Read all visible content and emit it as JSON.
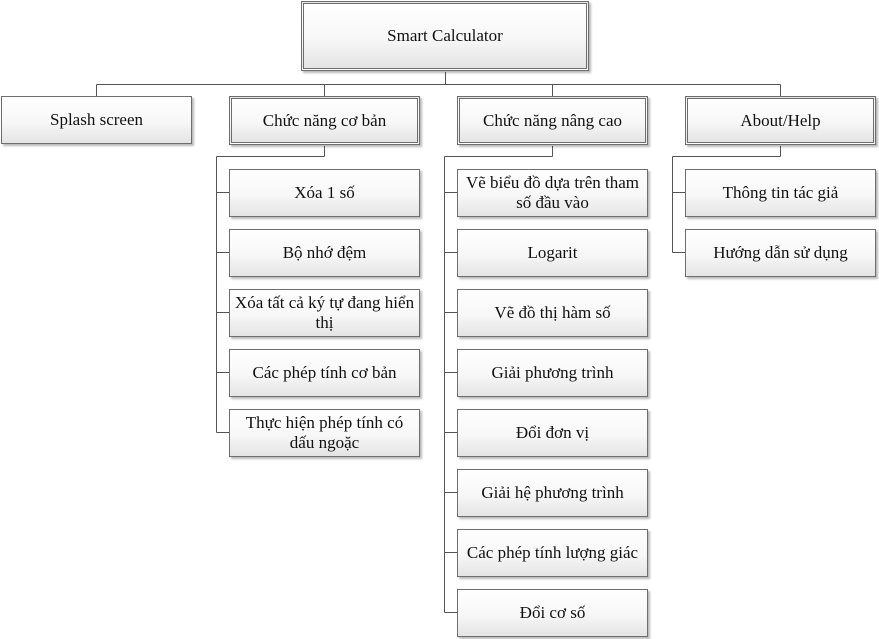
{
  "root": {
    "label": "Smart Calculator"
  },
  "categories": [
    {
      "label": "Splash screen",
      "children": []
    },
    {
      "label": "Chức năng cơ bản",
      "children": [
        "Xóa 1 số",
        "Bộ nhớ đệm",
        "Xóa tất cả ký tự đang hiển thị",
        "Các phép tính cơ bản",
        "Thực hiện phép tính có dấu ngoặc"
      ]
    },
    {
      "label": "Chức năng nâng cao",
      "children": [
        "Vẽ biểu đồ dựa trên tham số đầu vào",
        "Logarit",
        "Vẽ đồ thị hàm số",
        "Giải phương trình",
        "Đổi đơn vị",
        "Giải hệ phương trình",
        "Các phép tính lượng giác",
        "Đổi cơ số"
      ]
    },
    {
      "label": "About/Help",
      "children": [
        "Thông tin tác giả",
        "Hướng dẫn sử dụng"
      ]
    }
  ]
}
